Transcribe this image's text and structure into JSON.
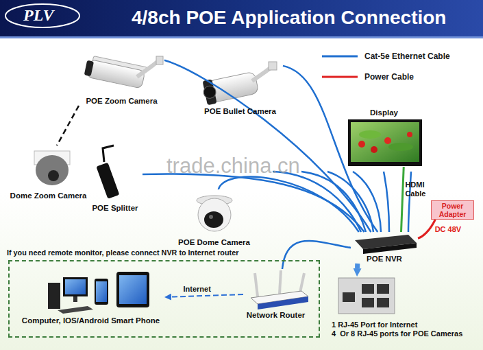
{
  "diagram": {
    "title": "4/8ch POE Application Connection",
    "nodes": [
      {
        "text": [
          "POE Zoom Camera"
        ]
      },
      {
        "text": [
          "POE Bullet Camera"
        ]
      },
      {
        "text": [
          "Display"
        ]
      },
      {
        "text": [
          "Dome Zoom Camera"
        ]
      },
      {
        "text": [
          "POE Splitter"
        ]
      },
      {
        "text": [
          "Power Adapter"
        ]
      },
      {
        "text": [
          "POE Dome Camera"
        ]
      },
      {
        "text": [
          "POE NVR"
        ]
      },
      {
        "text": [
          "If you need remote monitor, please connect NVR to Internet router"
        ]
      },
      {
        "text": [
          "Computer, IOS/Android Smart Phone"
        ],
        "in": 8
      },
      {
        "text": [
          "Network Router"
        ],
        "in": 8
      },
      {
        "text": [
          "1 RJ-45 Port for Internet",
          "4  Or 8 RJ-45 ports for POE Cameras"
        ]
      }
    ],
    "edges": [
      {
        "from": 0,
        "to": 7,
        "arrow": "none"
      },
      {
        "from": 1,
        "to": 7,
        "arrow": "none"
      },
      {
        "from": 4,
        "to": 7,
        "arrow": "none"
      },
      {
        "from": 6,
        "to": 7,
        "arrow": "none"
      },
      {
        "from": 10,
        "to": 7,
        "arrow": "none"
      },
      {
        "from": 0,
        "to": 3,
        "arrow": "none"
      },
      {
        "from": 2,
        "to": 7,
        "label": "HDMI Cable",
        "arrow": "none"
      },
      {
        "from": 5,
        "to": 7,
        "label": "DC 48V",
        "arrow": "none"
      },
      {
        "from": 7,
        "to": 11,
        "arrow": "to"
      },
      {
        "from": 10,
        "to": 9,
        "label": "Internet",
        "arrow": "to"
      }
    ],
    "labels": [
      "PLV",
      "trade.china.cn"
    ],
    "legend": [
      {
        "text": "Cat-5e Ethernet Cable"
      },
      {
        "text": "Power Cable"
      }
    ]
  }
}
